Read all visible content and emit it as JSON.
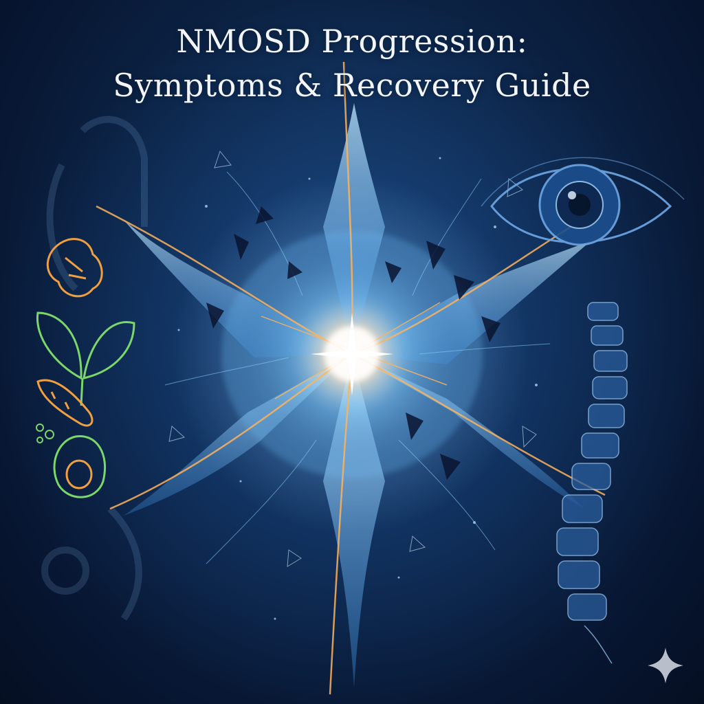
{
  "title": {
    "line1": "NMOSD Progression:",
    "line2": "Symptoms & Recovery Guide"
  },
  "colors": {
    "background": "#0c2446",
    "neuron_glow": "#8fd4ff",
    "spark_core": "#ffe3c4",
    "nerve_fiber": "#ffb35a",
    "food_orange": "#f0a040",
    "food_green": "#7cd66a",
    "eye_blue": "#6fa8e6",
    "spine_blue": "#7fb0e0"
  },
  "icons": [
    "neuron-star",
    "eye-icon",
    "spine-icon",
    "ginger-icon",
    "spinach-icon",
    "turmeric-icon",
    "avocado-icon",
    "sparkle-icon"
  ]
}
